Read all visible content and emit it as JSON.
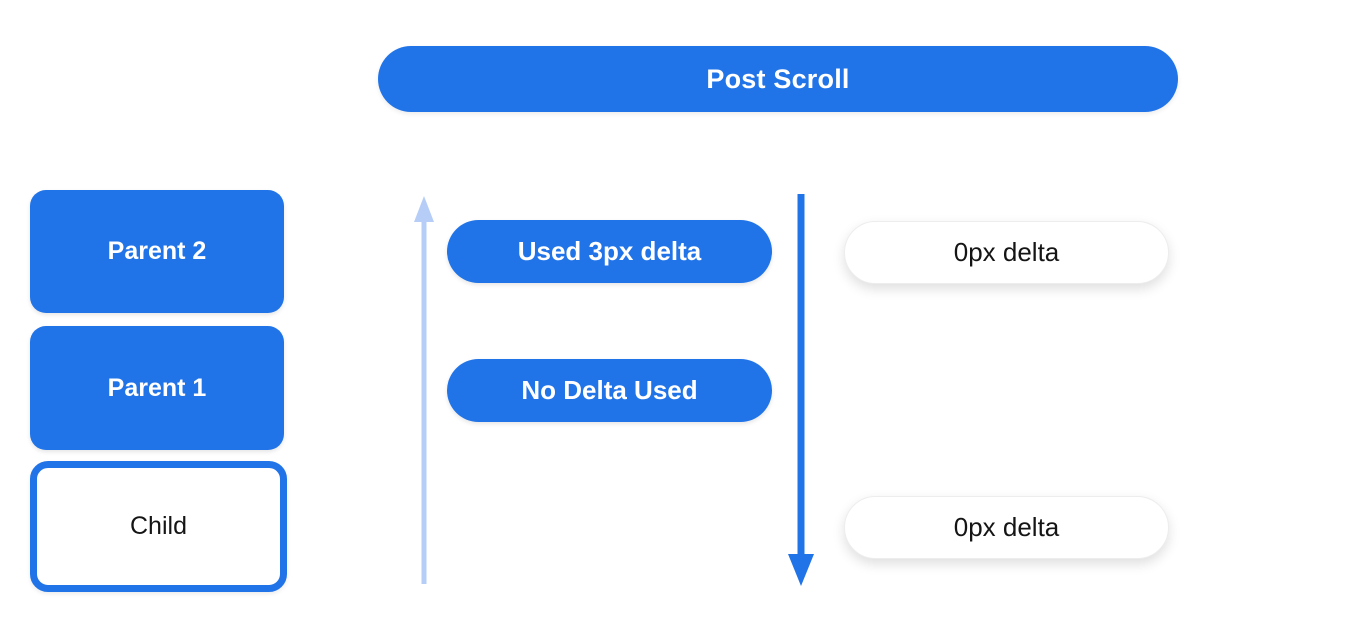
{
  "colors": {
    "primary_blue": "#2174e8",
    "light_blue": "#b6cef7",
    "pill_white": "#ffffff",
    "text_on_blue": "#ffffff",
    "text_dark": "#151515",
    "white_pill_border": "#ededed"
  },
  "header": {
    "label": "Post Scroll"
  },
  "scroll_stack": {
    "parent2_label": "Parent 2",
    "parent1_label": "Parent 1",
    "child_label": "Child"
  },
  "delta_pills": {
    "used_delta_label": "Used 3px delta",
    "no_delta_label": "No Delta Used",
    "zero_delta_top_label": "0px delta",
    "zero_delta_bottom_label": "0px delta"
  },
  "icons": {
    "up_arrow": "light-blue-arrow-up-icon",
    "down_arrow": "blue-arrow-down-icon"
  }
}
